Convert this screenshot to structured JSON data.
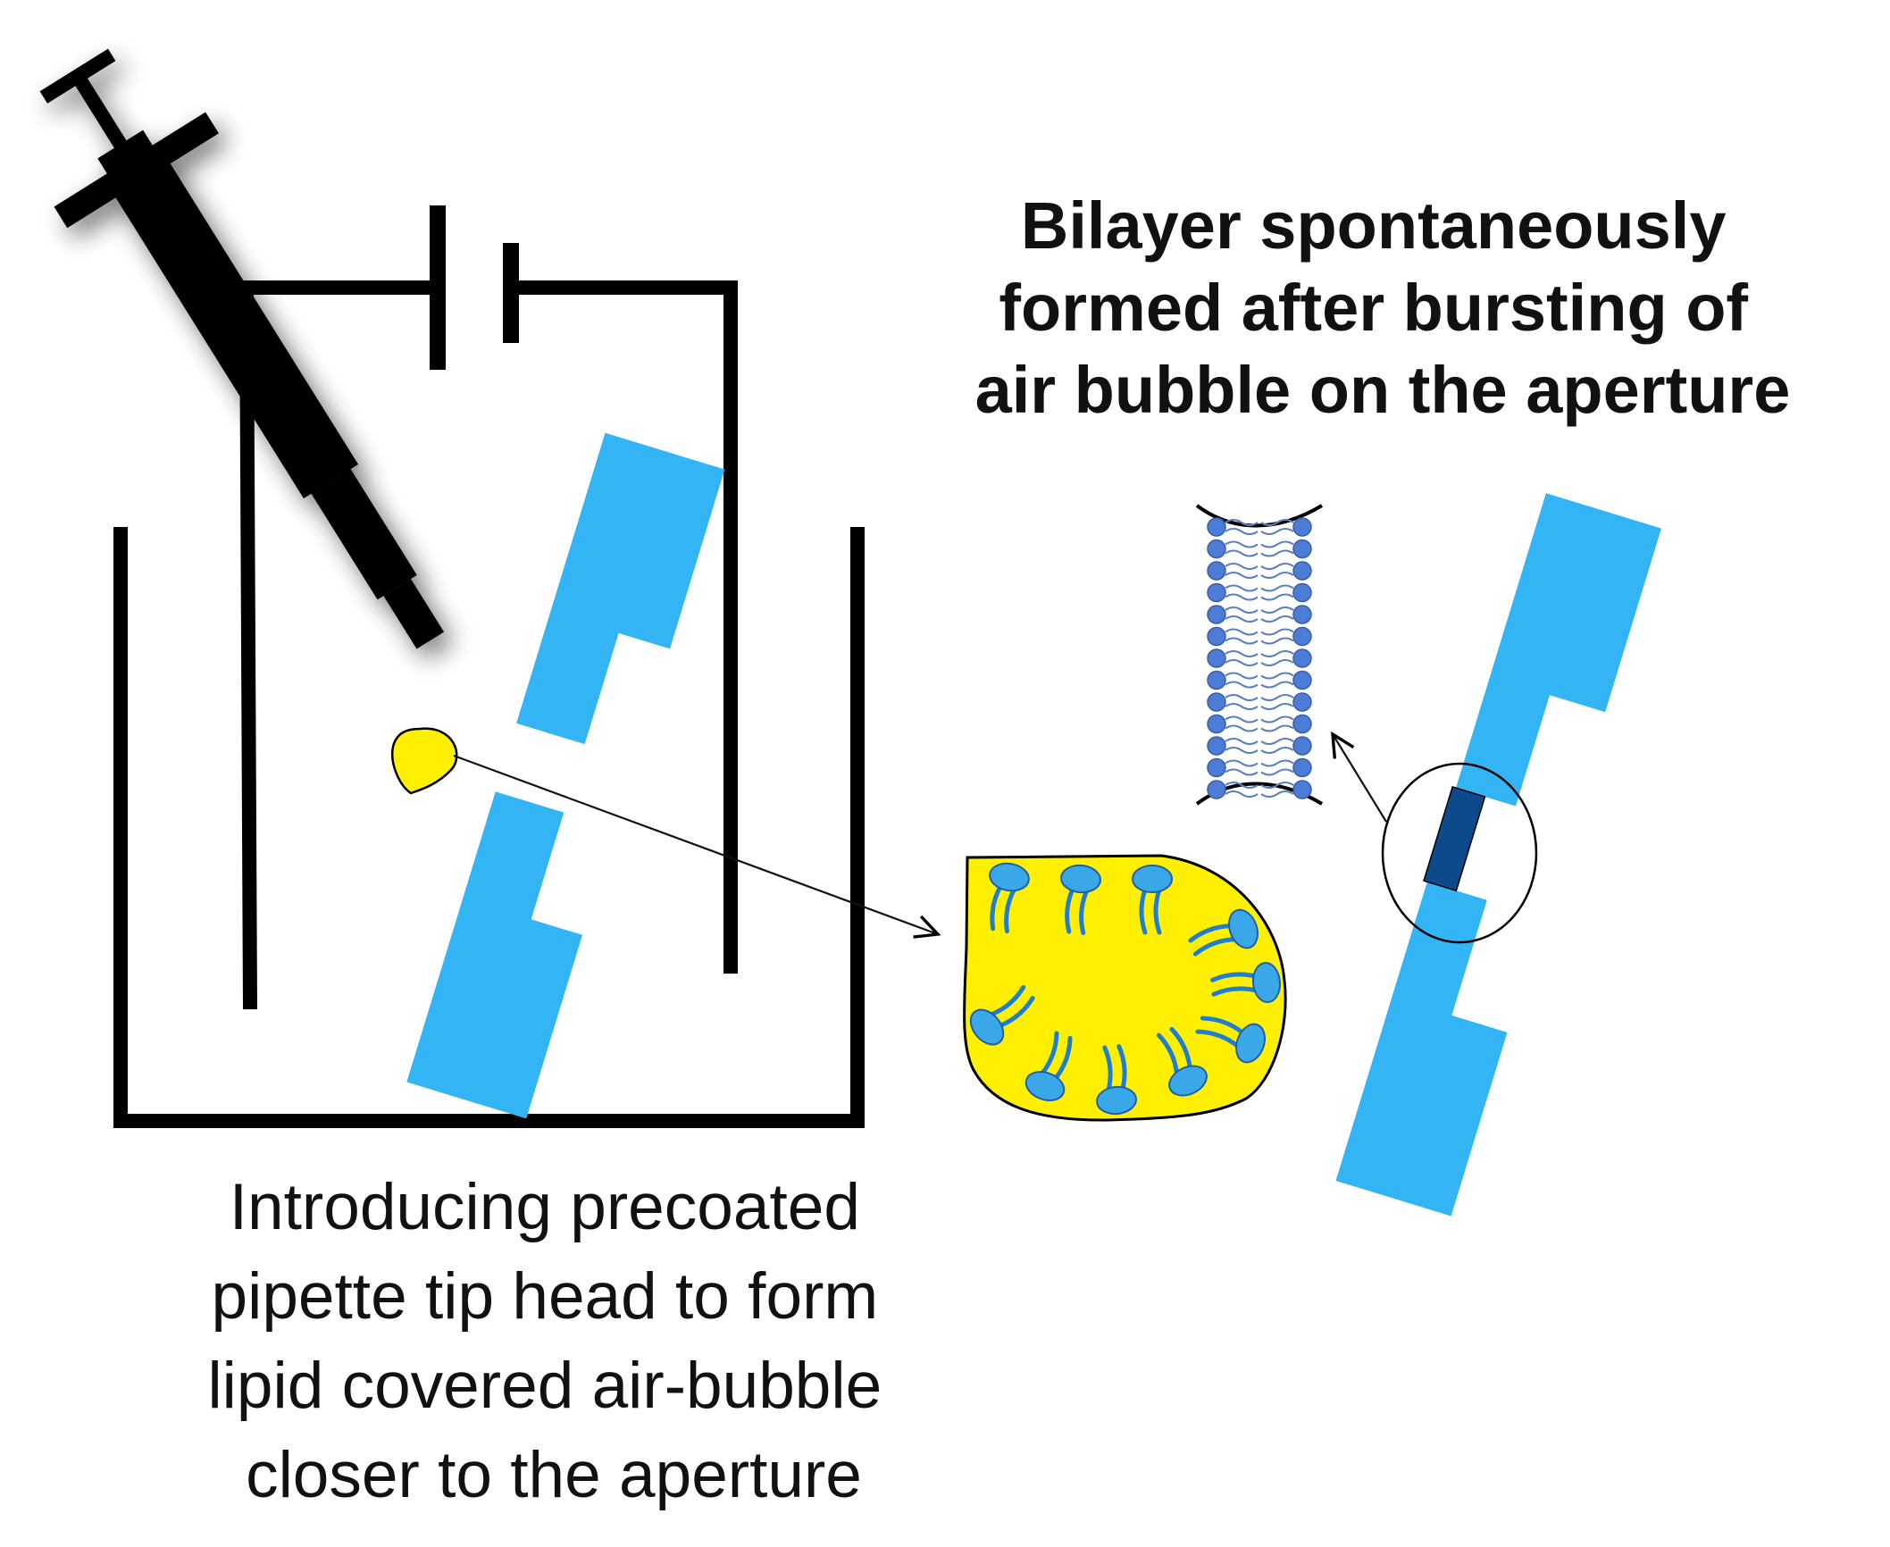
{
  "captions": {
    "bilayer": [
      "Bilayer spontaneously",
      "formed after bursting of",
      "air bubble on the aperture"
    ],
    "introducing": [
      "Introducing precoated",
      "pipette tip head to form",
      "lipid covered air-bubble",
      "closer to the aperture"
    ]
  },
  "colors": {
    "septum": "#33b5f5",
    "bilayer_patch": "#0d4a8c",
    "bubble": "#ffef00",
    "lipid_head": "#3aa8e8",
    "bilayer_head": "#4d7cd6",
    "ink": "#000000"
  },
  "icons": {
    "pipette": "pipette-icon",
    "battery": "battery-symbol-icon"
  }
}
